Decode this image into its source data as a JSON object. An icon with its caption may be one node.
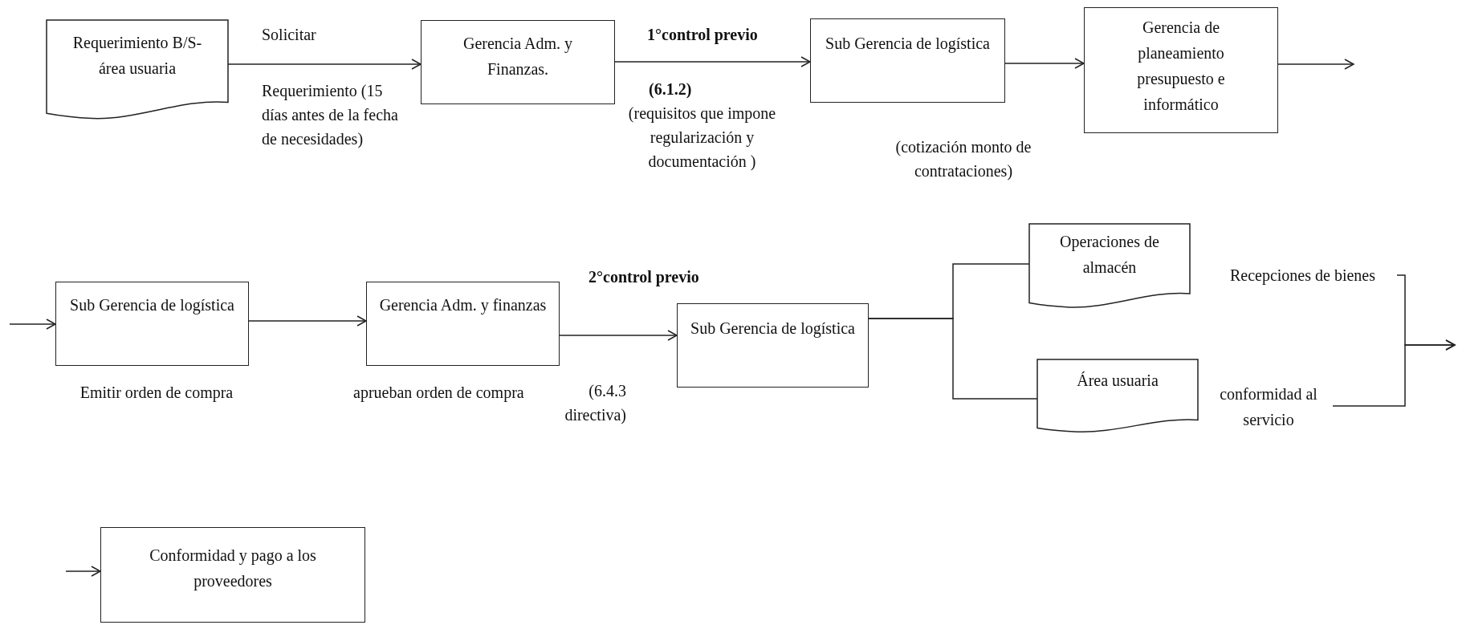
{
  "diagram": {
    "nodes": [
      {
        "text": [
          "Requerimiento B/S- área usuaria"
        ]
      },
      {
        "text": [
          "Gerencia Adm. y Finanzas."
        ]
      },
      {
        "text": [
          "Sub Gerencia de logística"
        ],
        "beside": [
          "(cotización monto de contrataciones)"
        ]
      },
      {
        "text": [
          "Gerencia de planeamiento presupuesto e informático"
        ]
      },
      {
        "text": [
          "Sub Gerencia de logística"
        ],
        "beside": [
          "Emitir orden de compra"
        ]
      },
      {
        "text": [
          "Gerencia Adm. y finanzas"
        ],
        "beside": [
          "aprueban orden de compra"
        ]
      },
      {
        "text": [
          "Sub Gerencia de logística"
        ]
      },
      {
        "text": [
          "Operaciones de almacén"
        ]
      },
      {
        "text": [
          "Área usuaria"
        ]
      },
      {
        "text": [
          "Recepciones de bienes"
        ]
      },
      {
        "text": [
          "conformidad al servicio"
        ]
      },
      {
        "text": [
          "Conformidad y pago a los proveedores"
        ]
      }
    ],
    "edges": [
      {
        "from": 0,
        "to": 1,
        "arrow": "to",
        "label": "Solicitar"
      },
      {
        "from": 1,
        "to": 2,
        "arrow": "to",
        "label": "1°control previo"
      },
      {
        "from": 2,
        "to": 3,
        "arrow": "to"
      },
      {
        "from": 3,
        "to": null,
        "arrow": "to"
      },
      {
        "from": null,
        "to": 4,
        "arrow": "to"
      },
      {
        "from": 4,
        "to": 5,
        "arrow": "to"
      },
      {
        "from": 5,
        "to": 6,
        "arrow": "to",
        "label": "2°control previo"
      },
      {
        "from": 6,
        "to": 7,
        "arrow": "none"
      },
      {
        "from": 6,
        "to": 8,
        "arrow": "none"
      },
      {
        "from": 9,
        "to": null,
        "arrow": "to"
      },
      {
        "from": 10,
        "to": null,
        "arrow": "to"
      },
      {
        "from": null,
        "to": 11,
        "arrow": "to"
      }
    ],
    "labels": [
      "Requerimiento (15 días antes de la fecha de necesidades)",
      "(6.1.2)",
      "(requisitos que impone regularización y documentación )",
      "(6.4.3 directiva)"
    ]
  }
}
